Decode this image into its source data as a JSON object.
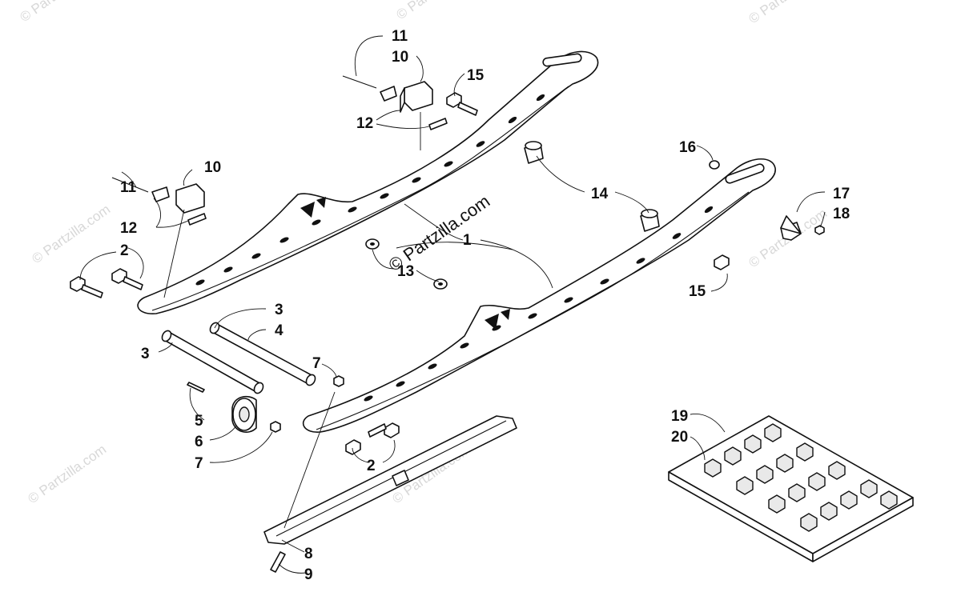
{
  "watermark_main": "© Partzilla.com",
  "watermark_faint": "© Partzilla.com",
  "callouts": {
    "c1": "1",
    "c2a": "2",
    "c2b": "2",
    "c3a": "3",
    "c3b": "3",
    "c4": "4",
    "c5": "5",
    "c6": "6",
    "c7a": "7",
    "c7b": "7",
    "c8": "8",
    "c9": "9",
    "c10a": "10",
    "c10b": "10",
    "c11a": "11",
    "c11b": "11",
    "c12a": "12",
    "c12b": "12",
    "c13": "13",
    "c14": "14",
    "c15a": "15",
    "c15b": "15",
    "c16": "16",
    "c17": "17",
    "c18": "18",
    "c19": "19",
    "c20": "20"
  },
  "colors": {
    "line": "#111111",
    "watermark": "#d8d8d8",
    "background": "#ffffff"
  }
}
